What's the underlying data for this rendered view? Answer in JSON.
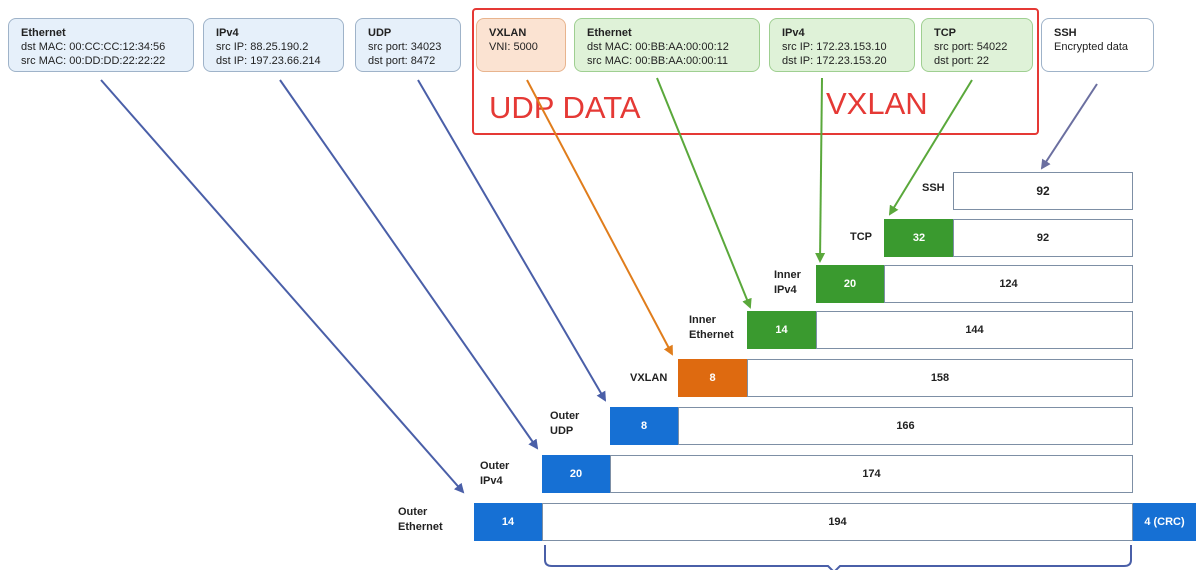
{
  "headers": {
    "ethernet": {
      "title": "Ethernet",
      "line1": "dst MAC: 00:CC:CC:12:34:56",
      "line2": "src MAC: 00:DD:DD:22:22:22"
    },
    "ipv4": {
      "title": "IPv4",
      "line1": "src IP: 88.25.190.2",
      "line2": "dst IP: 197.23.66.214"
    },
    "udp": {
      "title": "UDP",
      "line1": "src port: 34023",
      "line2": "dst port: 8472"
    },
    "vxlan": {
      "title": "VXLAN",
      "line1": "VNI: 5000"
    },
    "inner_ethernet": {
      "title": "Ethernet",
      "line1": "dst MAC: 00:BB:AA:00:00:12",
      "line2": "src MAC: 00:BB:AA:00:00:11"
    },
    "inner_ipv4": {
      "title": "IPv4",
      "line1": "src IP: 172.23.153.10",
      "line2": "dst IP: 172.23.153.20"
    },
    "tcp": {
      "title": "TCP",
      "line1": "src port: 54022",
      "line2": "dst port: 22"
    },
    "ssh": {
      "title": "SSH",
      "line1": "Encrypted data"
    }
  },
  "annotations": {
    "udp_data": "UDP DATA",
    "vxlan": "VXLAN"
  },
  "rows": {
    "ssh": {
      "label": "SSH",
      "payload": "92"
    },
    "tcp": {
      "label": "TCP",
      "header": "32",
      "payload": "92"
    },
    "inner_ipv4": {
      "label1": "Inner",
      "label2": "IPv4",
      "header": "20",
      "payload": "124"
    },
    "inner_ethernet": {
      "label1": "Inner",
      "label2": "Ethernet",
      "header": "14",
      "payload": "144"
    },
    "vxlan": {
      "label": "VXLAN",
      "header": "8",
      "payload": "158"
    },
    "outer_udp": {
      "label1": "Outer",
      "label2": "UDP",
      "header": "8",
      "payload": "166"
    },
    "outer_ipv4": {
      "label1": "Outer",
      "label2": "IPv4",
      "header": "20",
      "payload": "174"
    },
    "outer_ethernet": {
      "label1": "Outer",
      "label2": "Ethernet",
      "header": "14",
      "payload": "194",
      "trailer": "4 (CRC)"
    }
  },
  "colors": {
    "blue": "#1670d4",
    "green": "#3a9a2f",
    "orange": "#de6a10",
    "annotation_red": "#e53935"
  }
}
